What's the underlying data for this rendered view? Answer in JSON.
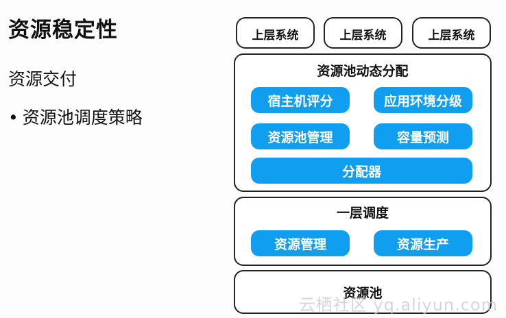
{
  "slide": {
    "title": "资源稳定性",
    "subtitle": "资源交付",
    "bullet": "资源池调度策略",
    "bullet_marker": "•"
  },
  "diagram": {
    "upper_systems": [
      "上层系统",
      "上层系统",
      "上层系统"
    ],
    "dynamic_allocation": {
      "label": "资源池动态分配",
      "modules": [
        "宿主机评分",
        "应用环境分级",
        "资源池管理",
        "容量预测"
      ],
      "allocator": "分配器"
    },
    "first_level_scheduling": {
      "label": "一层调度",
      "modules": [
        "资源管理",
        "资源生产"
      ]
    },
    "resource_pool": {
      "label": "资源池"
    },
    "colors": {
      "module_fill": "#0f9ef0",
      "border": "#222222"
    }
  },
  "watermark": "云栖社区 yq.aliyun.com"
}
